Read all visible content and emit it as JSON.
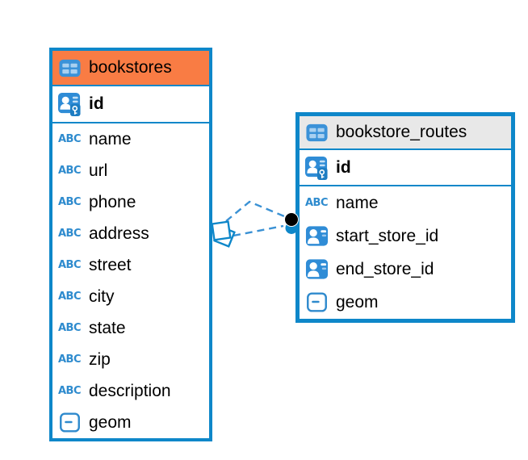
{
  "app": {
    "view": "database-er-diagram"
  },
  "colors": {
    "accent_blue": "#0E87C9",
    "icon_blue": "#2F8CD6",
    "icon_cell_light": "#A9D0F0",
    "type_icon_blue": "#2E8BCE",
    "bookstores_header_bg": "#F97C44",
    "routes_header_bg": "#E8E8E8",
    "relation_line_blue": "#3A91D4",
    "relation_dot_black": "#000000",
    "background": "#FFFFFF",
    "text": "#000000"
  },
  "icons": {
    "text_type_glyph": "ABC"
  },
  "tables": [
    {
      "title": "bookstores",
      "primary_key_label": "id",
      "columns": [
        {
          "name": "name",
          "type": "text"
        },
        {
          "name": "url",
          "type": "text"
        },
        {
          "name": "phone",
          "type": "text"
        },
        {
          "name": "address",
          "type": "text"
        },
        {
          "name": "street",
          "type": "text"
        },
        {
          "name": "city",
          "type": "text"
        },
        {
          "name": "state",
          "type": "text"
        },
        {
          "name": "zip",
          "type": "text"
        },
        {
          "name": "description",
          "type": "text"
        },
        {
          "name": "geom",
          "type": "geometry"
        }
      ]
    },
    {
      "title": "bookstore_routes",
      "primary_key_label": "id",
      "columns": [
        {
          "name": "name",
          "type": "text"
        },
        {
          "name": "start_store_id",
          "type": "foreign-key"
        },
        {
          "name": "end_store_id",
          "type": "foreign-key"
        },
        {
          "name": "geom",
          "type": "geometry"
        }
      ]
    }
  ],
  "relationships": [
    {
      "from_table": "bookstores",
      "to_table": "bookstore_routes",
      "style": "dashed"
    },
    {
      "from_table": "bookstores",
      "to_table": "bookstore_routes",
      "style": "dashed"
    }
  ]
}
